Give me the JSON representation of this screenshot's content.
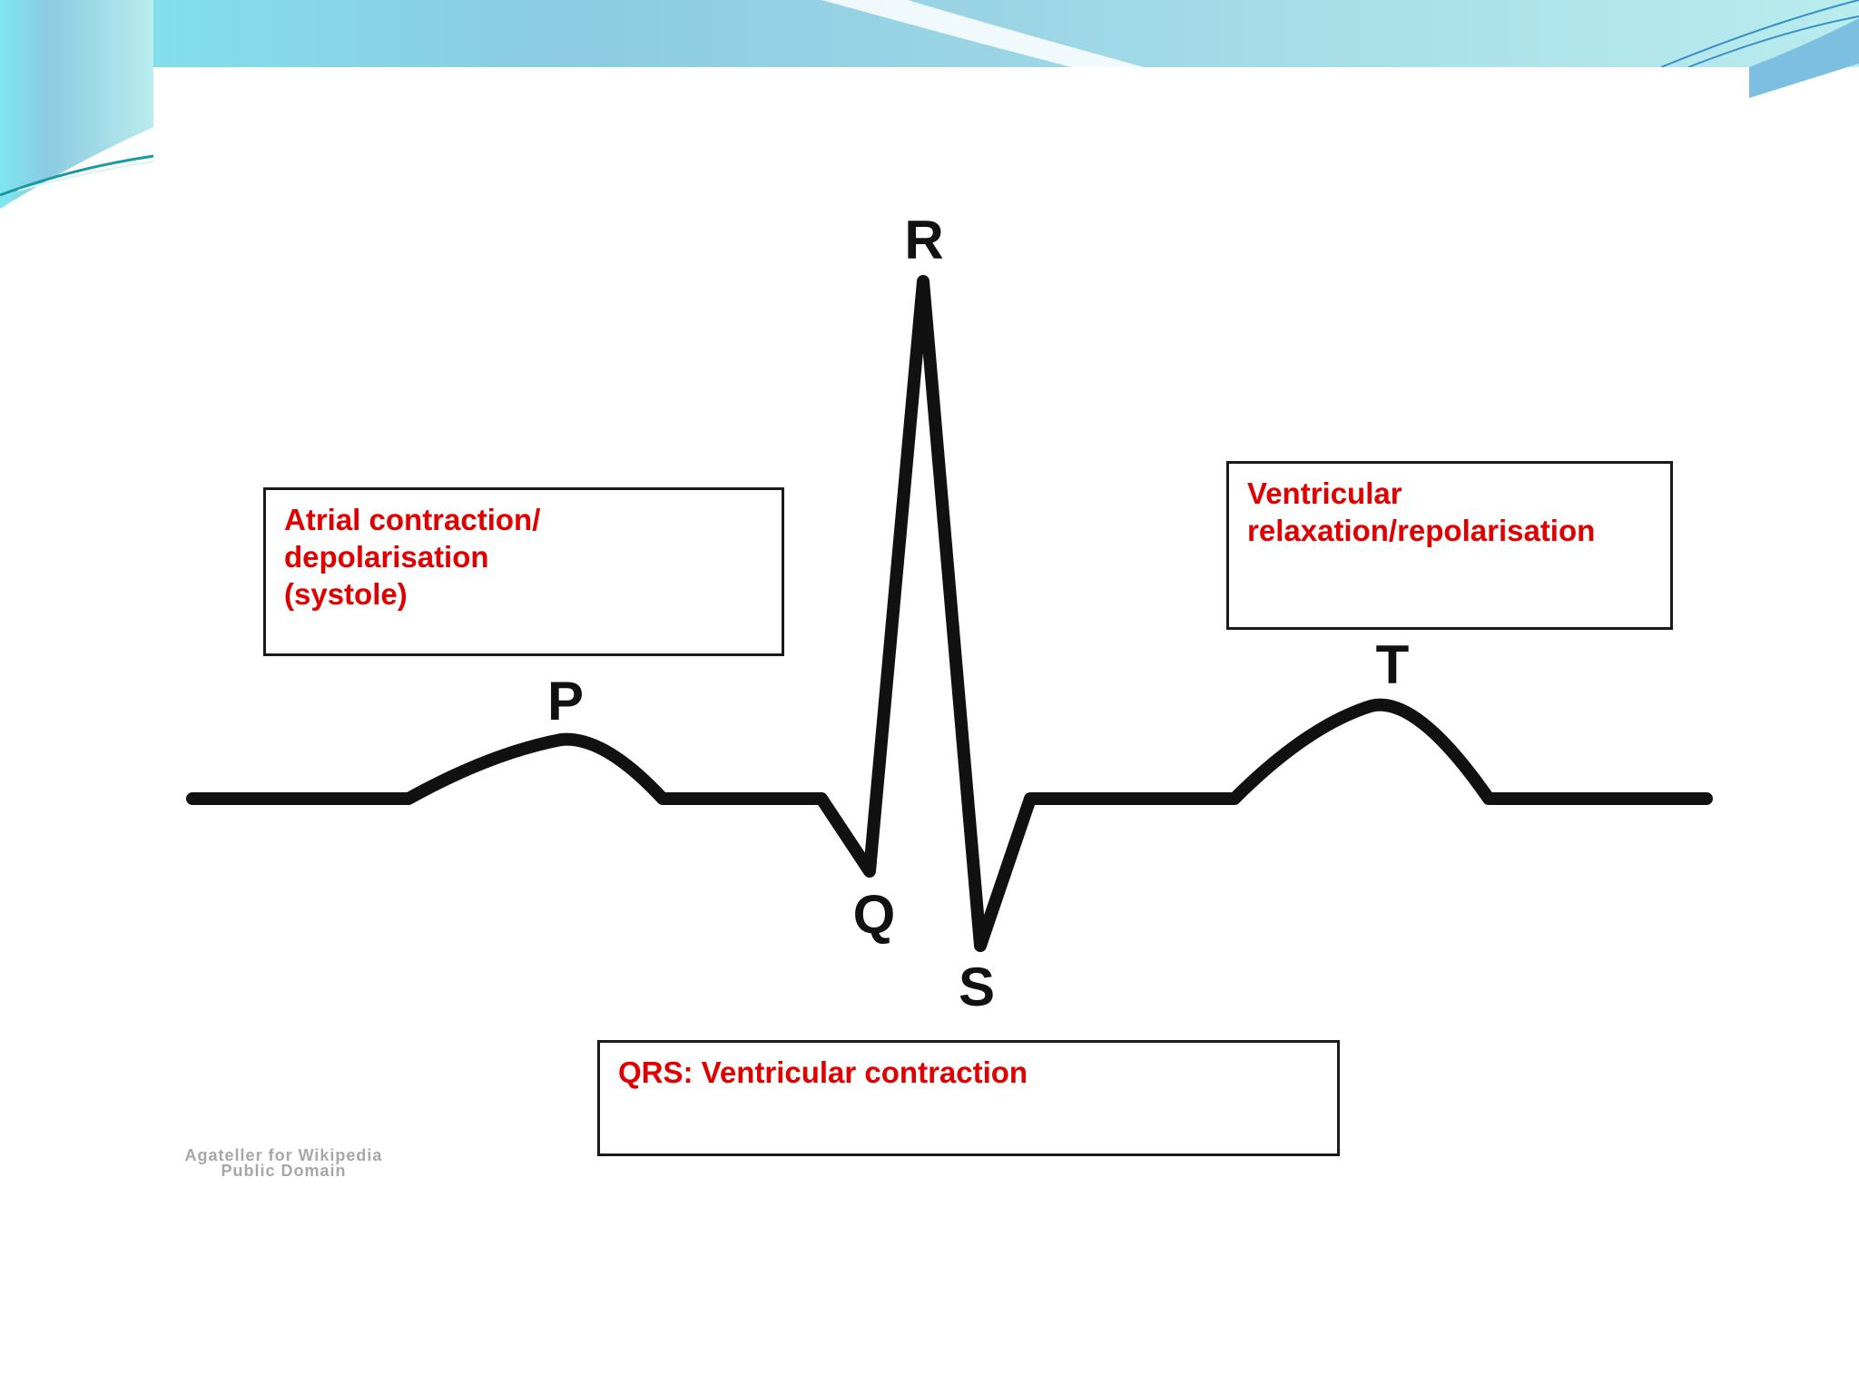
{
  "diagram": {
    "wave_labels": {
      "p": "P",
      "q": "Q",
      "r": "R",
      "s": "S",
      "t": "T"
    },
    "annotations": {
      "atrial": "Atrial contraction/\ndepolarisation\n(systole)",
      "ventricular_relax": "Ventricular\nrelaxation/repolarisation",
      "qrs": "QRS: Ventricular contraction"
    },
    "credit": {
      "line1": "Agateller for Wikipedia",
      "line2": "Public Domain"
    }
  },
  "colors": {
    "annotation_text": "#e00000",
    "trace": "#111111",
    "header_blue": "#8cc8e0",
    "header_cyan": "#7ee6ee",
    "credit_text": "#a7a7a7"
  }
}
